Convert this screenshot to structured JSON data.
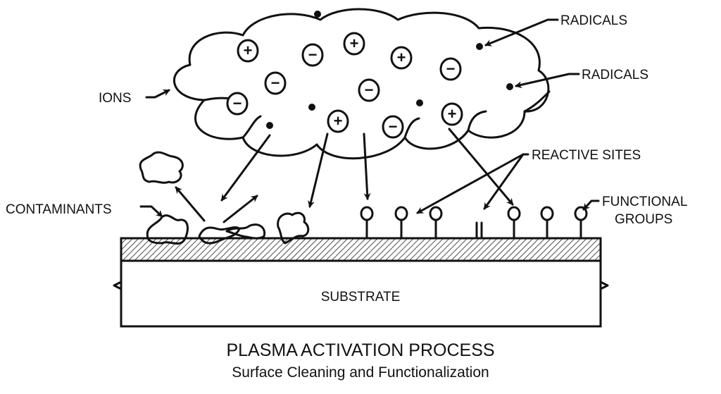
{
  "labels": {
    "radicals_1": "RADICALS",
    "radicals_2": "RADICALS",
    "ions": "IONS",
    "reactive_sites": "REACTIVE SITES",
    "contaminants": "CONTAMINANTS",
    "functional_groups_1": "FUNCTIONAL",
    "functional_groups_2": "GROUPS",
    "substrate": "SUBSTRATE"
  },
  "title": "PLASMA ACTIVATION PROCESS",
  "subtitle": "Surface Cleaning and Functionalization",
  "ions": {
    "positive": [
      "+",
      "+",
      "+",
      "+",
      "+"
    ],
    "negative": [
      "−",
      "−",
      "−",
      "−",
      "−",
      "−"
    ]
  }
}
